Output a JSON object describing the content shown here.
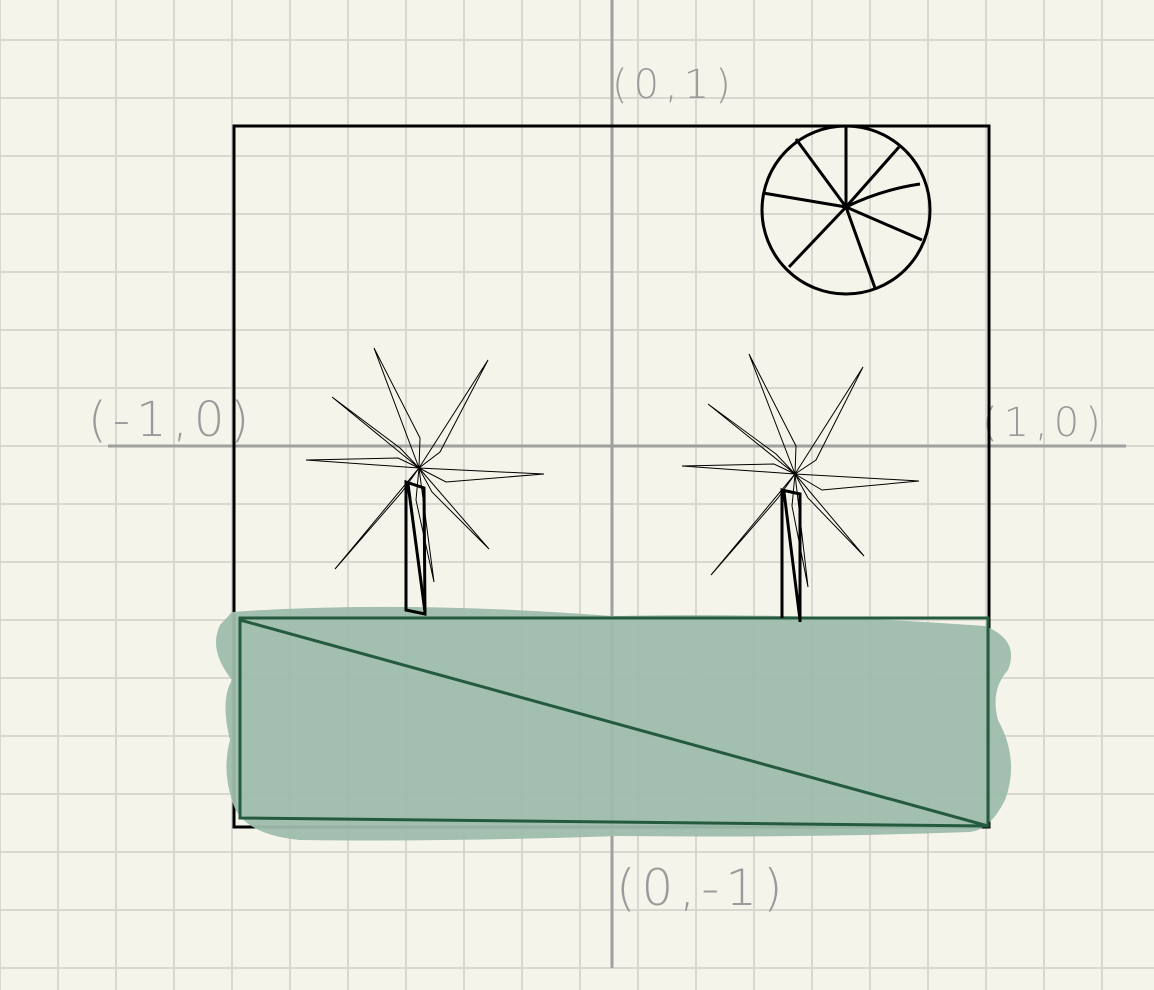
{
  "axis_labels": {
    "top": "(0,1)",
    "bottom": "(0,-1)",
    "left": "(-1,0)",
    "right": "(1,0)"
  },
  "colors": {
    "background": "#f5f4ea",
    "grid": "#d8d8d0",
    "axis": "#a0a0a0",
    "ink": "#000000",
    "ground_fill": "#9dbcac",
    "ground_stroke": "#245a3e"
  },
  "elements": {
    "sun": "sun with rays",
    "windmills": [
      "left windmill",
      "right windmill"
    ],
    "ground": "green ground with diagonal"
  }
}
